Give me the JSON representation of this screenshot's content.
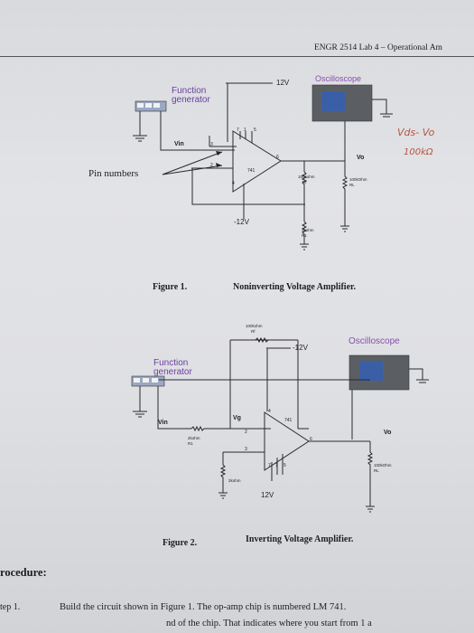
{
  "header": {
    "course": "ENGR 2514 Lab 4 – Operational Am"
  },
  "figure1": {
    "function_generator": [
      "Function",
      "generator"
    ],
    "supply_pos": "12V",
    "supply_neg": "-12V",
    "oscilloscope": "Oscilloscope",
    "vin": "Vin",
    "vo": "Vo",
    "chip": "741",
    "pins": [
      "7",
      "1",
      "5",
      "3",
      "2",
      "6",
      "4"
    ],
    "rf_value": "100kohm",
    "rf_name": "Rf",
    "rl_value": "100kOhm",
    "rl_name": "RL",
    "r1_value": "1kohm",
    "r1_name": "R1",
    "pin_numbers_label": "Pin numbers",
    "caption_label": "Figure 1.",
    "caption_title": "Noninverting Voltage Amplifier."
  },
  "handwriting": {
    "line1": "Vds- Vo",
    "line2": "100kΩ"
  },
  "figure2": {
    "rf_value": "100kohm",
    "rf_name": "Rf",
    "supply_neg": "-12V",
    "oscilloscope": "Oscilloscope",
    "function_generator": [
      "Function",
      "generator"
    ],
    "vin": "Vin",
    "vg": "Vg",
    "chip": "741",
    "pins": [
      "4",
      "2",
      "3",
      "6",
      "7",
      "1",
      "5"
    ],
    "r_in_value": "2kohm",
    "r_in_name": "R1",
    "r_gnd_value": "2kohm",
    "vo": "Vo",
    "rl_value": "100kOhm",
    "rl_name": "RL",
    "supply_pos": "12V",
    "caption_label": "Figure 2.",
    "caption_title": "Inverting Voltage Amplifier."
  },
  "procedure": {
    "heading": "rocedure:",
    "step_label": "tep 1.",
    "step_text": "Build the circuit shown in Figure 1. The op-amp chip is numbered LM 741.",
    "step_text2": "nd of the chip. That indicates where you start from 1 a"
  }
}
